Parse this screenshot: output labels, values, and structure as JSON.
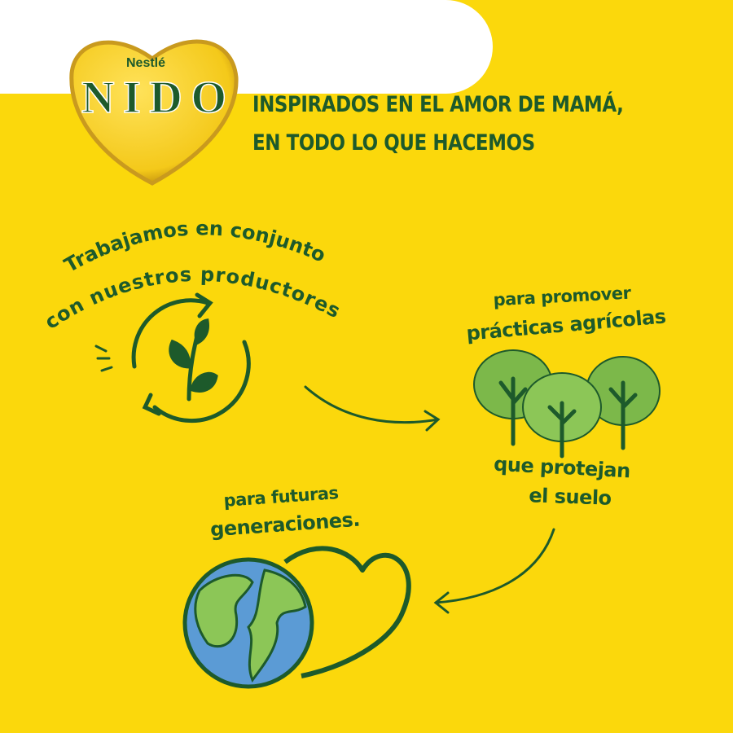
{
  "brand": {
    "maker": "Nestlé",
    "name": "NIDO"
  },
  "header": {
    "line1": "INSPIRADOS EN EL AMOR DE MAMÁ,",
    "line2": "EN TODO LO QUE HACEMOS"
  },
  "steps": {
    "producers": {
      "line1": "Trabajamos en conjunto",
      "line2": "con nuestros productores"
    },
    "practices": {
      "line1": "para promover",
      "line2": "prácticas agrícolas"
    },
    "soil": {
      "line1": "que protejan",
      "line2": "el suelo"
    },
    "future": {
      "line1": "para futuras",
      "line2": "generaciones."
    }
  },
  "colors": {
    "background": "#fbd80c",
    "text_green": "#1d5a2b",
    "leaf_green": "#7cb84a",
    "ocean_blue": "#5b9bd5",
    "gold": "#c99a1e"
  },
  "icons": [
    "recycle-plant-icon",
    "trees-icon",
    "globe-icon",
    "heart-outline-icon",
    "arrow-icon"
  ]
}
